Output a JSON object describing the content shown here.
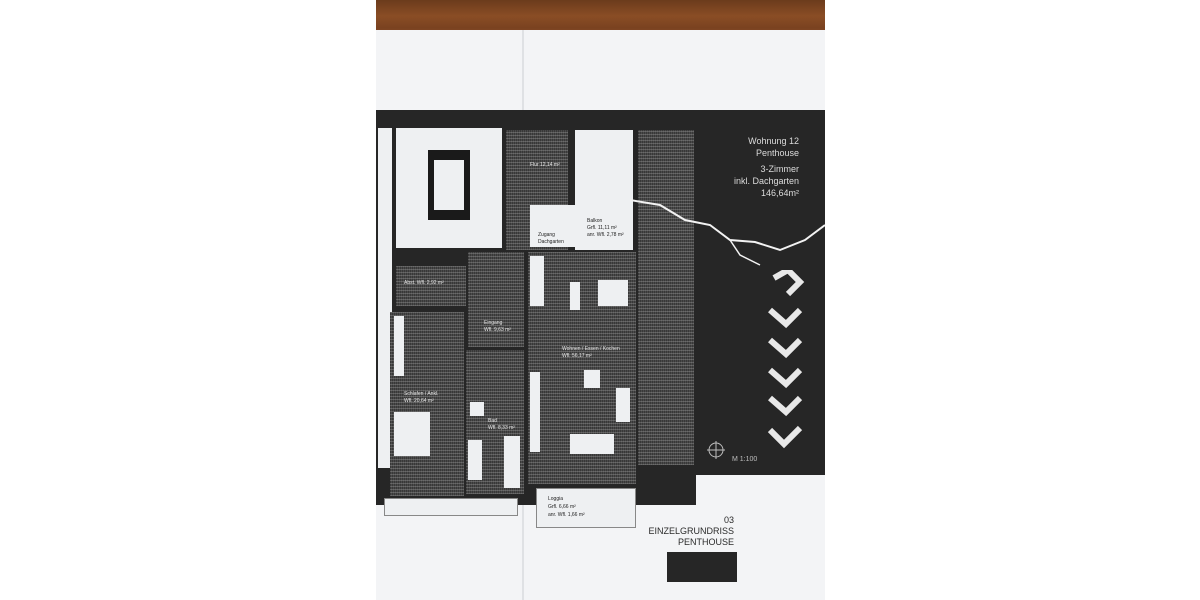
{
  "unit": {
    "title_lines": [
      "Wohnung 12",
      "Penthouse",
      "3-Zimmer",
      "inkl. Dachgarten",
      "146,64m²"
    ]
  },
  "rooms": {
    "flur": "Flur 12,14 m²",
    "balkon": [
      "Balkon",
      "Grfl.     11,11 m²",
      "anr. Wfl. 2,78 m²"
    ],
    "zugang": [
      "Zugang",
      "Dachgarten"
    ],
    "abstell": "Abst.   Wfl. 2,92 m²",
    "eingang": [
      "Eingang",
      "Wfl. 9,63 m²"
    ],
    "wohnen": [
      "Wohnen / Essen / Kochen",
      "Wfl. 56,17 m²"
    ],
    "schlafen": [
      "Schlafen / Ankl.",
      "Wfl. 20,64 m²"
    ],
    "bad": [
      "Bad",
      "Wfl. 8,33 m²"
    ],
    "loggia": [
      "Loggia",
      "Grfl.       6,66 m²",
      "anr. Wfl. 1,66 m²"
    ]
  },
  "scale": "M 1:100",
  "footer": {
    "lines": [
      "03",
      "EINZELGRUNDRISS",
      "PENTHOUSE"
    ]
  },
  "colors": {
    "plan_background": "#262626",
    "paper": "#f3f4f6",
    "table": "#7a4220"
  },
  "icons": {
    "north_arrow": "north-arrow-icon",
    "logo": "logo-mark-icon"
  }
}
